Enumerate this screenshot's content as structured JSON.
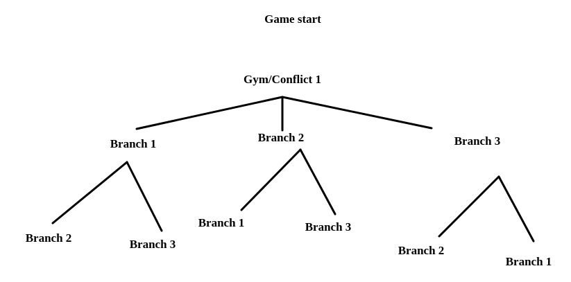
{
  "title": "Game start",
  "tree": {
    "root": {
      "label": "Gym/Conflict 1"
    },
    "branches": [
      {
        "label": "Branch 1",
        "children": [
          {
            "label": "Branch 2"
          },
          {
            "label": "Branch 3"
          }
        ]
      },
      {
        "label": "Branch 2",
        "children": [
          {
            "label": "Branch 1"
          },
          {
            "label": "Branch 3"
          }
        ]
      },
      {
        "label": "Branch 3",
        "children": [
          {
            "label": "Branch 2"
          },
          {
            "label": "Branch 1"
          }
        ]
      }
    ]
  }
}
